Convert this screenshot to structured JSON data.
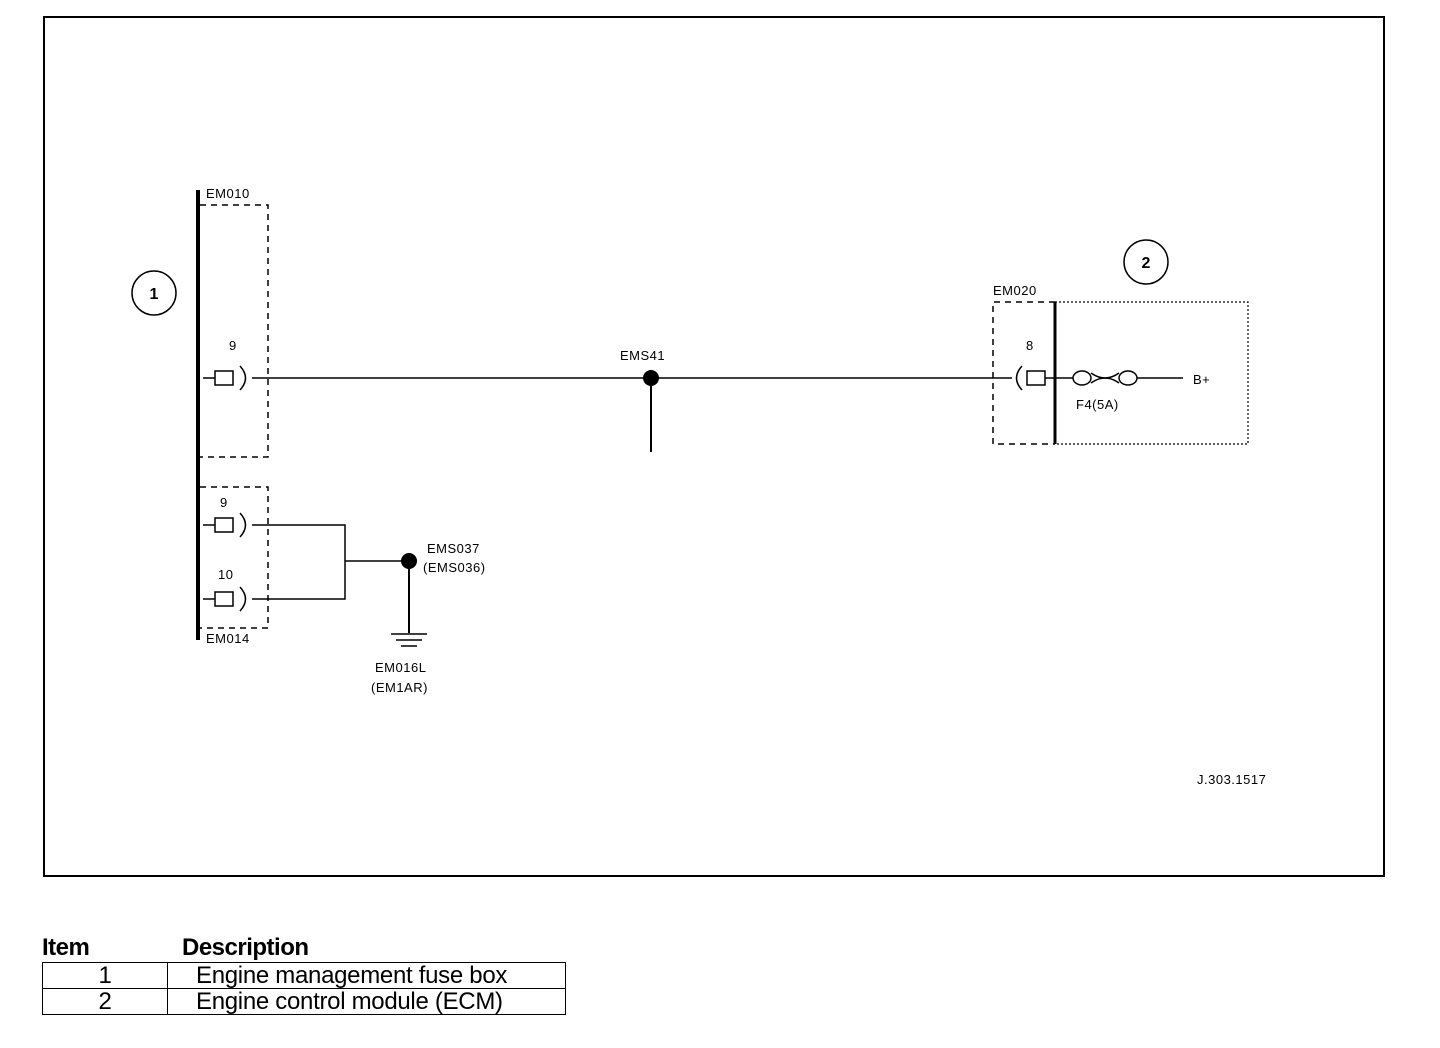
{
  "diagram": {
    "component_callouts": [
      "1",
      "2"
    ],
    "connectors": {
      "fuse_box_upper": "EM010",
      "fuse_box_lower": "EM014",
      "ecm": "EM020"
    },
    "pins": {
      "em010_pin": "9",
      "em014_pin_a": "9",
      "em014_pin_b": "10",
      "em020_pin": "8"
    },
    "splices": {
      "signal_splice": "EMS41",
      "ground_splice": "EMS037",
      "ground_splice_alt": "(EMS036)"
    },
    "ground": {
      "label": "EM016L",
      "label_alt": "(EM1AR)"
    },
    "fuse": {
      "label": "F4(5A)",
      "supply": "B+"
    },
    "reference_code": "J.303.1517"
  },
  "legend": {
    "headers": {
      "item": "Item",
      "description": "Description"
    },
    "rows": [
      {
        "item": "1",
        "description": "Engine management fuse box"
      },
      {
        "item": "2",
        "description": "Engine control module (ECM)"
      }
    ]
  }
}
